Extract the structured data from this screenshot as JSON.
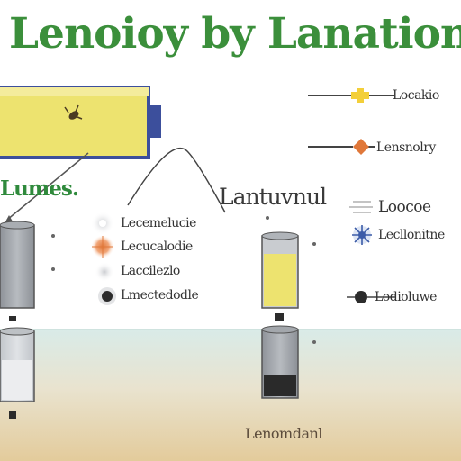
{
  "title": "Lenoioy by Lanation",
  "left_label": "Lumes.",
  "center_label": "Lantuvnul",
  "right_top": {
    "label_1": "Locakio",
    "label_2": "Lensnolry",
    "label_3": "Loocoe",
    "label_4": "Lecllonitne",
    "label_5": "Lodioluwe"
  },
  "legend": {
    "item_1": "Lecemelucie",
    "item_2": "Lecucalodie",
    "item_3": "Laccilezlo",
    "item_4": "Lmectedodle"
  },
  "bottom_label": "Lenomdanl",
  "colors": {
    "title": "#3b8f3b",
    "battery_fill": "#ede36f",
    "battery_border": "#3c4f9c",
    "orange": "#e0783a",
    "yellow": "#f3cf3a",
    "blue": "#3c5ca8",
    "sea": "#d3e7e3",
    "sand": "#e6d3aa"
  }
}
